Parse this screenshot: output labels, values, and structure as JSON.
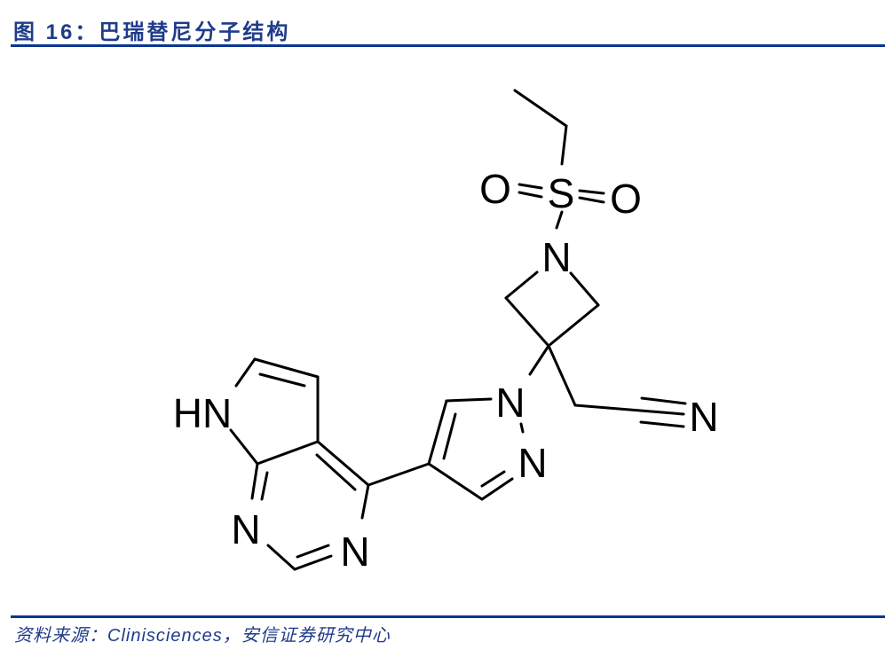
{
  "header": {
    "title": "图 16：巴瑞替尼分子结构"
  },
  "figure": {
    "atom_labels": {
      "pyrrole_nh": "HN",
      "pyrimidine_n1": "N",
      "pyrimidine_n3": "N",
      "pyrazole_n1": "N",
      "pyrazole_n2": "N",
      "azetidine_n": "N",
      "sulfur": "S",
      "oxygen_left": "O",
      "oxygen_right": "O",
      "nitrile_n": "N"
    }
  },
  "footer": {
    "source": "资料来源：Clinisciences，安信证券研究中心"
  },
  "colors": {
    "accent": "#1f3b8a",
    "rule": "#0b3592"
  }
}
